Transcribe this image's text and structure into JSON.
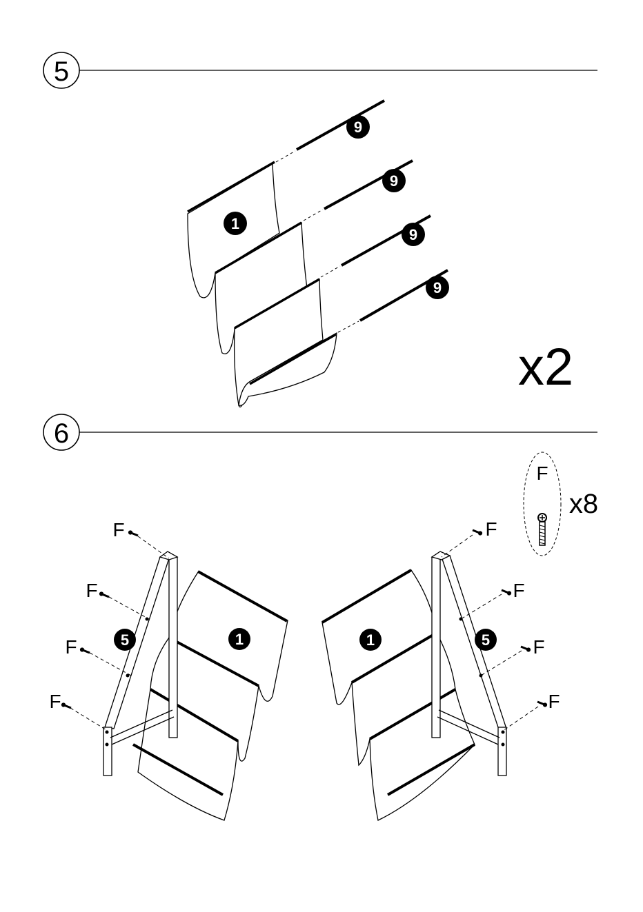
{
  "step5": {
    "number": "5",
    "part_label": "1",
    "rod_label": "9",
    "multiplier": "x2"
  },
  "step6": {
    "number": "6",
    "panel_label": "1",
    "frame_label": "5",
    "screw_label": "F",
    "screw_count": "x8"
  },
  "colors": {
    "line": "#000000",
    "badge_fill": "#000000",
    "badge_text": "#ffffff"
  }
}
